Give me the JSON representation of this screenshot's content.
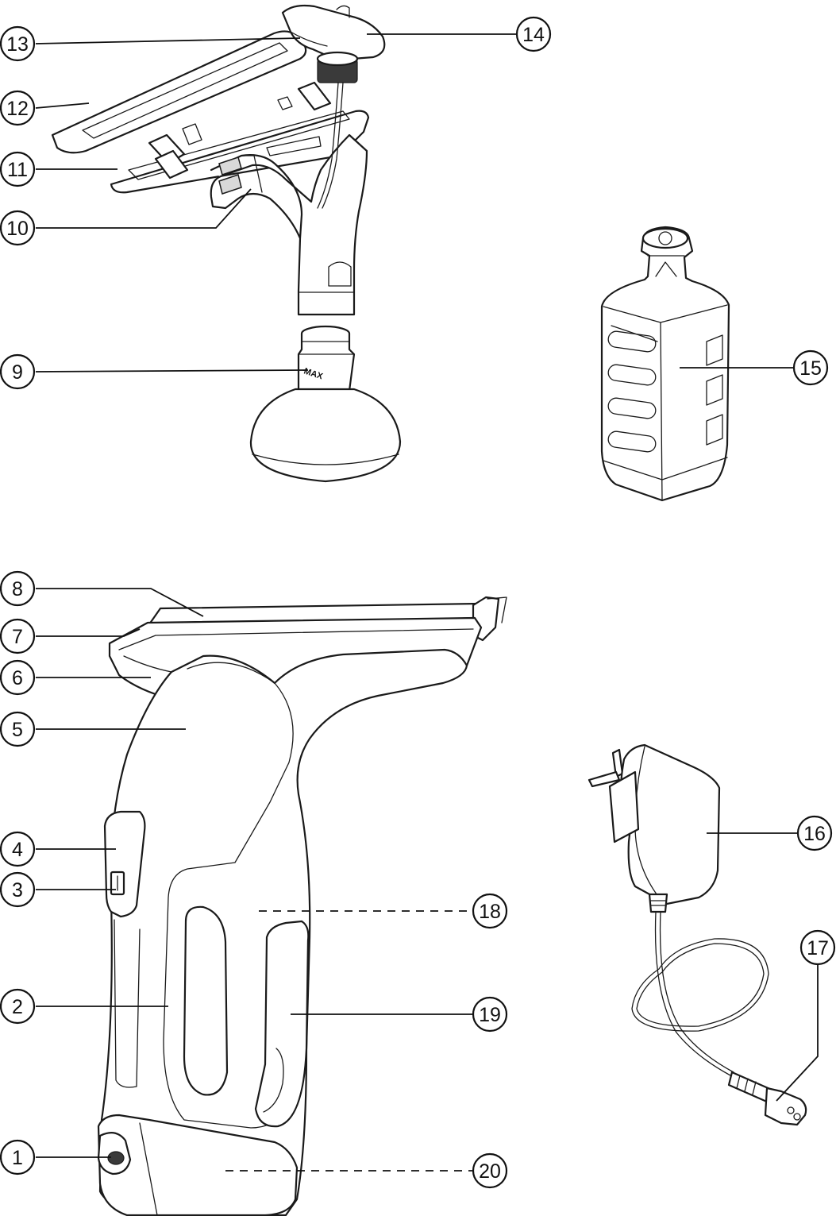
{
  "diagram": {
    "bottle_mark": "MAX",
    "callouts": [
      {
        "id": "callout-1",
        "label": "1"
      },
      {
        "id": "callout-2",
        "label": "2"
      },
      {
        "id": "callout-3",
        "label": "3"
      },
      {
        "id": "callout-4",
        "label": "4"
      },
      {
        "id": "callout-5",
        "label": "5"
      },
      {
        "id": "callout-6",
        "label": "6"
      },
      {
        "id": "callout-7",
        "label": "7"
      },
      {
        "id": "callout-8",
        "label": "8"
      },
      {
        "id": "callout-9",
        "label": "9"
      },
      {
        "id": "callout-10",
        "label": "10"
      },
      {
        "id": "callout-11",
        "label": "11"
      },
      {
        "id": "callout-12",
        "label": "12"
      },
      {
        "id": "callout-13",
        "label": "13"
      },
      {
        "id": "callout-14",
        "label": "14"
      },
      {
        "id": "callout-15",
        "label": "15"
      },
      {
        "id": "callout-16",
        "label": "16"
      },
      {
        "id": "callout-17",
        "label": "17"
      },
      {
        "id": "callout-18",
        "label": "18"
      },
      {
        "id": "callout-19",
        "label": "19"
      },
      {
        "id": "callout-20",
        "label": "20"
      }
    ]
  }
}
